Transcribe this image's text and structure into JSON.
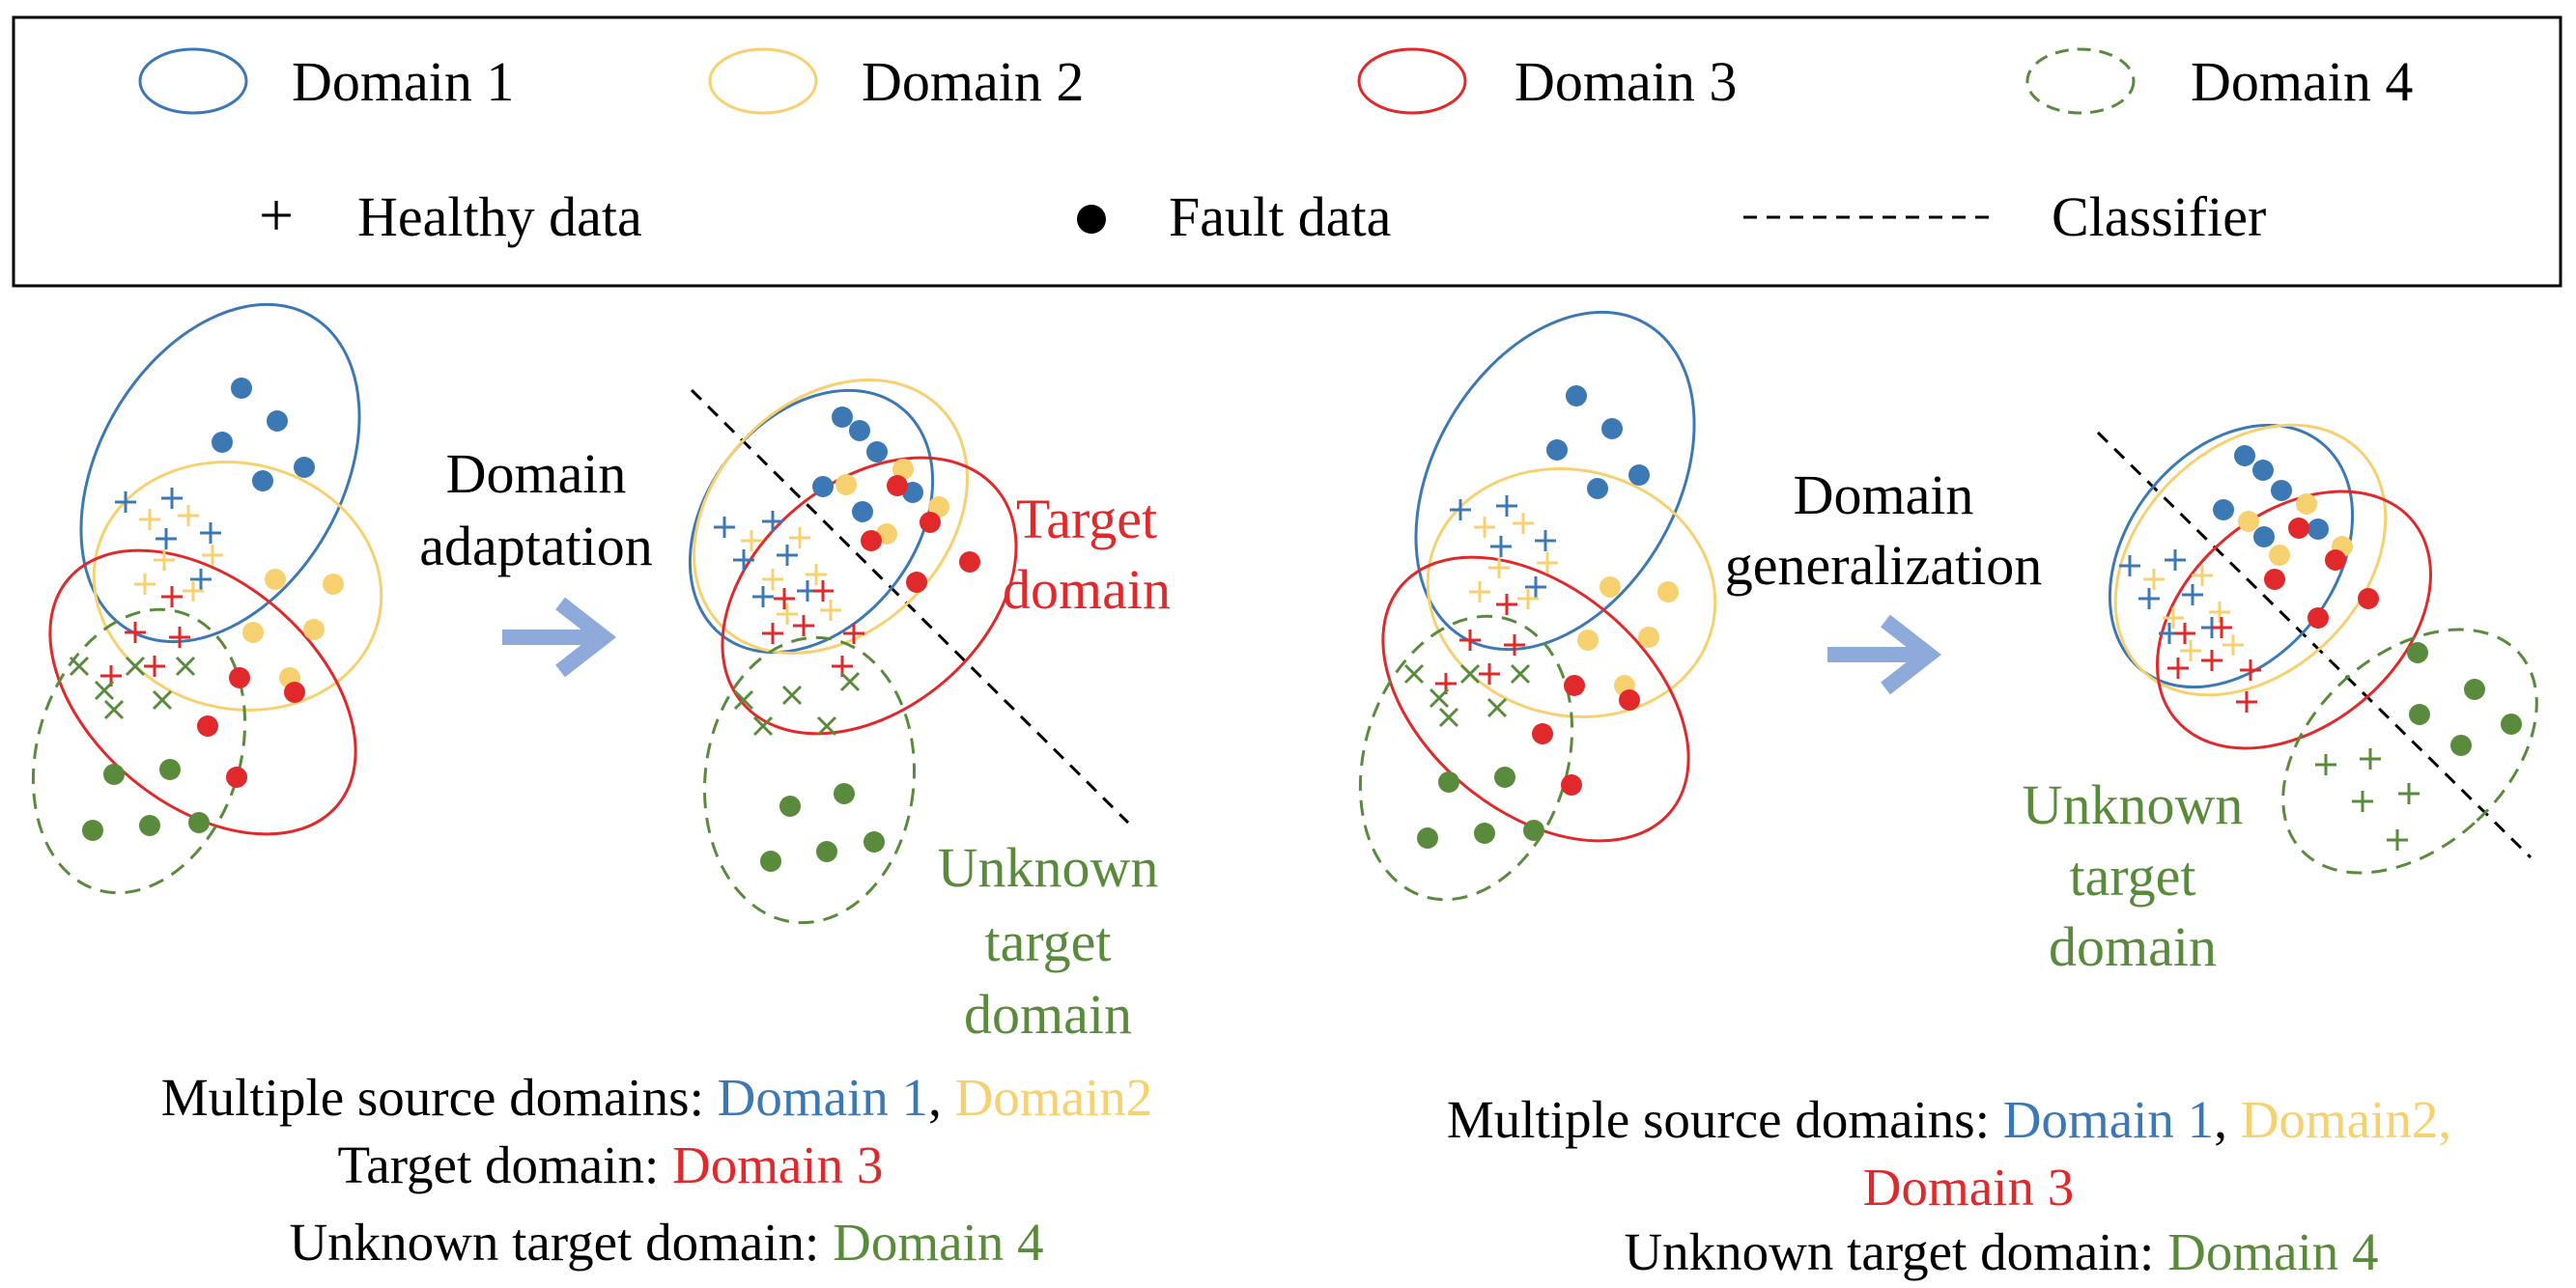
{
  "colors": {
    "domain1": "#3C78B4",
    "domain2": "#F7D070",
    "domain3": "#E1292B",
    "domain4": "#5A8A3C",
    "arrow": "#8EAADB",
    "text": "#000000"
  },
  "legend": {
    "domain1": "Domain 1",
    "domain2": "Domain 2",
    "domain3": "Domain 3",
    "domain4": "Domain 4",
    "healthy_symbol": "+",
    "healthy": "Healthy data",
    "fault": "Fault data",
    "classifier": "Classifier"
  },
  "left_panel": {
    "arrow_line1": "Domain",
    "arrow_line2": "adaptation",
    "target_line1": "Target",
    "target_line2": "domain",
    "unknown_line1": "Unknown",
    "unknown_line2": "target",
    "unknown_line3": "domain",
    "cap1_prefix": "Multiple source domains: ",
    "cap1_d1": "Domain 1",
    "cap1_sep": ", ",
    "cap1_d2": "Domain2",
    "cap2_prefix": "Target domain: ",
    "cap2_d3": "Domain 3",
    "cap3_prefix": "Unknown target domain: ",
    "cap3_d4": "Domain 4"
  },
  "right_panel": {
    "arrow_line1": "Domain",
    "arrow_line2": "generalization",
    "unknown_line1": "Unknown",
    "unknown_line2": "target",
    "unknown_line3": "domain",
    "cap1_prefix": "Multiple source domains: ",
    "cap1_d1": "Domain 1",
    "cap1_sep": ", ",
    "cap1_d2": "Domain2,",
    "cap2_d3": "Domain 3",
    "cap3_prefix": "Unknown target domain: ",
    "cap3_d4": "Domain 4"
  }
}
